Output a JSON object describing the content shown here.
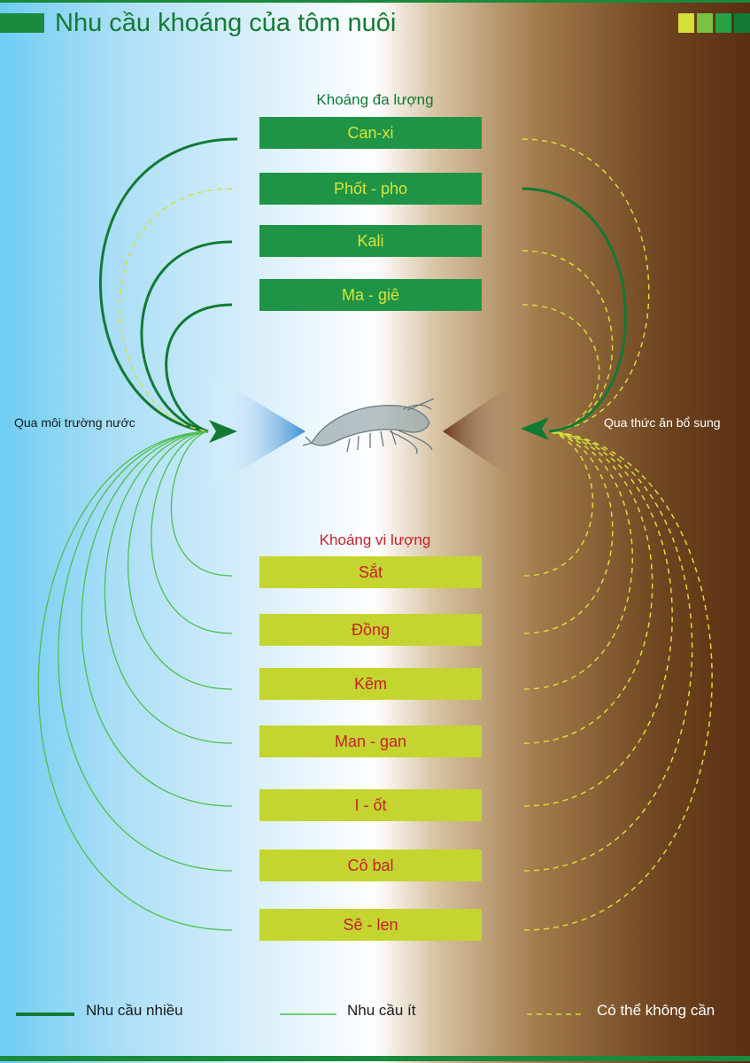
{
  "title": "Nhu cầu khoáng của tôm nuôi",
  "colors": {
    "dark_green": "#127a34",
    "light_green": "#4cbf4f",
    "yellow": "#d6df3a",
    "macro_box": "#1f9447",
    "micro_box": "#c4d52f",
    "micro_text": "#c8202b"
  },
  "macro": {
    "heading": "Khoáng đa lượng",
    "items": [
      {
        "label": "Can-xi",
        "water": "nhiều",
        "feed": "có thể không cần"
      },
      {
        "label": "Phốt - pho",
        "water": "có thể không cần",
        "feed": "nhiều"
      },
      {
        "label": "Kali",
        "water": "nhiều",
        "feed": "có thể không cần"
      },
      {
        "label": "Ma - giê",
        "water": "nhiều",
        "feed": "có thể không cần"
      }
    ]
  },
  "micro": {
    "heading": "Khoáng vi lượng",
    "items": [
      {
        "label": "Sắt",
        "water": "ít",
        "feed": "có thể không cần"
      },
      {
        "label": "Đồng",
        "water": "ít",
        "feed": "có thể không cần"
      },
      {
        "label": "Kẽm",
        "water": "ít",
        "feed": "có thể không cần"
      },
      {
        "label": "Man - gan",
        "water": "ít",
        "feed": "có thể không cần"
      },
      {
        "label": "I - ốt",
        "water": "ít",
        "feed": "có thể không cần"
      },
      {
        "label": "Cô bal",
        "water": "ít",
        "feed": "có thể không cần"
      },
      {
        "label": "Sê - len",
        "water": "ít",
        "feed": "có thể không cần"
      }
    ]
  },
  "left_label": "Qua môi trường nước",
  "right_label": "Qua thức ăn bổ sung",
  "legend": {
    "high": "Nhu cầu nhiều",
    "low": "Nhu cầu ít",
    "none": "Có thể không cần"
  }
}
